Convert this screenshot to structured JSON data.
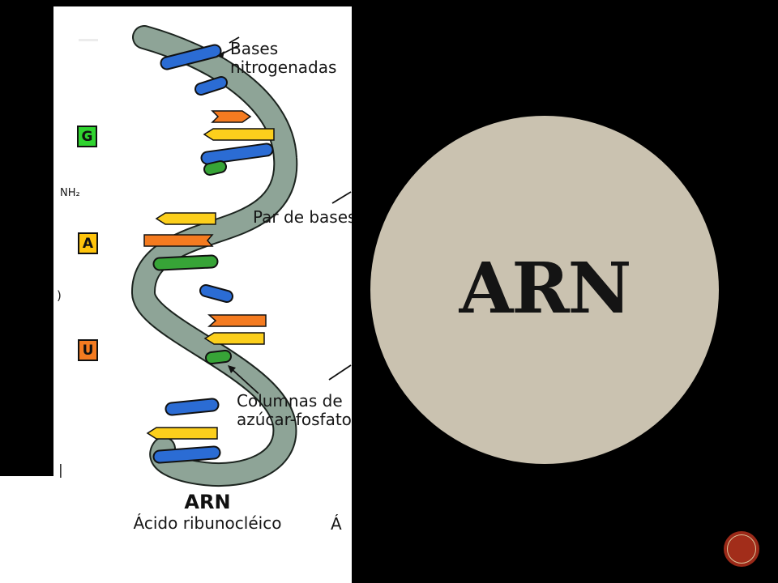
{
  "slide": {
    "background": "#000000"
  },
  "diagram_panel": {
    "labels": {
      "bases": "Bases nitrogenadas",
      "base_pair": "Par de bases",
      "columns": "Columnas de azúcar-fosfato",
      "nh2": "NH₂",
      "paren_fragment": ")",
      "bar_fragment": "|",
      "partial_a": "Á"
    },
    "nucleotides": [
      {
        "letter": "G",
        "color": "#2fd32f"
      },
      {
        "letter": "A",
        "color": "#ffc40c"
      },
      {
        "letter": "U",
        "color": "#f47b20"
      }
    ],
    "caption": {
      "title": "ARN",
      "subtitle": "Ácido ribunocléico"
    }
  },
  "title_circle": {
    "text": "ARN",
    "background": "#cac2b0",
    "text_color": "#141414"
  },
  "decor": {
    "badge_color": "#9b2918",
    "badge_ring_color": "#d9c49a"
  },
  "palette": {
    "ribbon": "#8ea497",
    "base_blue": "#2b6cd4",
    "base_orange": "#f47b20",
    "base_yellow": "#fccf1c",
    "base_green": "#37a437",
    "panel": "#ffffff"
  }
}
